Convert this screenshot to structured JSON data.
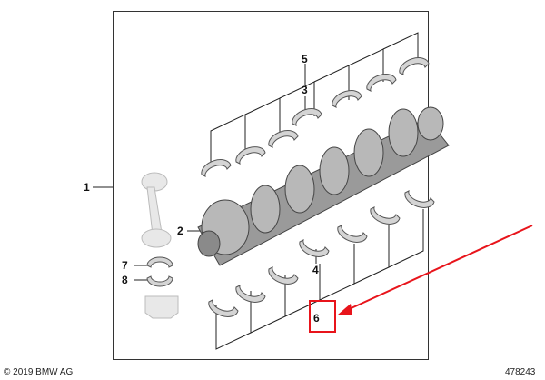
{
  "diagram": {
    "labels": {
      "l1": "1",
      "l2": "2",
      "l3": "3",
      "l4": "4",
      "l5": "5",
      "l6": "6",
      "l7": "7",
      "l8": "8"
    },
    "copyright": "© 2019 BMW AG",
    "figure_number": "478243"
  },
  "colors": {
    "highlight": "#e8141b",
    "part_fill": "#9a9a9a",
    "part_light": "#d4d4d4",
    "line": "#222222"
  }
}
